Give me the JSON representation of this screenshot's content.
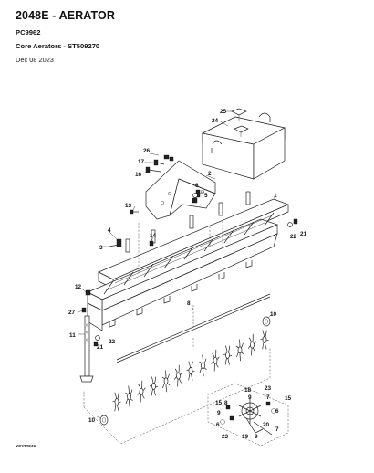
{
  "header": {
    "title": "2048E - AERATOR",
    "model": "PC9962",
    "section": "Core Aerators - ST509270",
    "date": "Dec 08 2023"
  },
  "diagram": {
    "callouts": [
      "1",
      "2",
      "3",
      "4",
      "5",
      "6",
      "7",
      "8",
      "9",
      "10",
      "11",
      "12",
      "13",
      "14",
      "15",
      "16",
      "17",
      "18",
      "19",
      "20",
      "21",
      "22",
      "23",
      "24",
      "25",
      "26",
      "27"
    ],
    "figure_ref": "XF332846"
  }
}
